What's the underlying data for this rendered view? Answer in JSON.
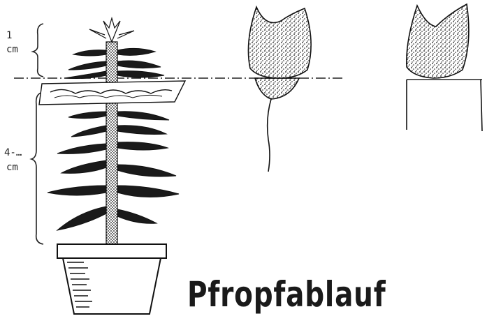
{
  "labels": {
    "one_cm_num": "1",
    "one_cm_unit": "cm",
    "four_cm_num": "4-…",
    "four_cm_unit": "cm"
  },
  "title": "Pfropfablauf",
  "colors": {
    "ink": "#1a1a1a",
    "background": "#ffffff"
  }
}
